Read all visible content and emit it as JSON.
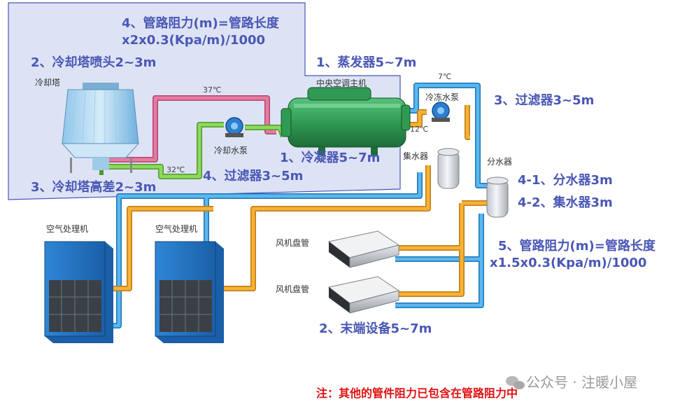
{
  "annotations": {
    "tower_pipe_resistance_line1": "4、管路阻力(m)=管路长度",
    "tower_pipe_resistance_line2": "x2x0.3(Kpa/m)/1000",
    "tower_nozzle": "2、冷却塔喷头2~3m",
    "evaporator": "1、蒸发器5~7m",
    "filter_chilled": "3、过滤器3~5m",
    "condenser": "1、冷凝器5~7m",
    "tower_height": "3、冷却塔高差2~3m",
    "filter_cooling": "4、过滤器3~5m",
    "distributor": "4-1、分水器3m",
    "collector": "4-2、集水器3m",
    "chilled_pipe_resistance_line1": "5、管路阻力(m)=管路长度",
    "chilled_pipe_resistance_line2": "x1.5x0.3(Kpa/m)/1000",
    "terminal": "2、末端设备5~7m"
  },
  "labels": {
    "cooling_tower": "冷却塔",
    "chiller": "中央空调主机",
    "cooling_pump": "冷却水泵",
    "chilled_pump": "冷冻水泵",
    "collector_tank": "集水器",
    "distributor_tank": "分水器",
    "ahu_left": "空气处理机",
    "ahu_right": "空气处理机",
    "fcu_top": "风机盘管",
    "fcu_bottom": "风机盘管"
  },
  "temperatures": {
    "t37": "37℃",
    "t32": "32℃",
    "t7": "7℃",
    "t12": "12℃"
  },
  "note": "注：其他的管件阻力已包含在管路阻力中",
  "watermark": "公众号 · 注暖小屋",
  "colors": {
    "annotation": "#4a57b5",
    "note": "#e01010",
    "cooling_hot_pipe": "#d9608a",
    "cooling_cold_pipe": "#7ec850",
    "chilled_supply_pipe": "#f0a020",
    "chilled_return_pipe": "#3aa0e0",
    "highlight_box": "#dde3f5",
    "chiller": "#2f9a52"
  }
}
